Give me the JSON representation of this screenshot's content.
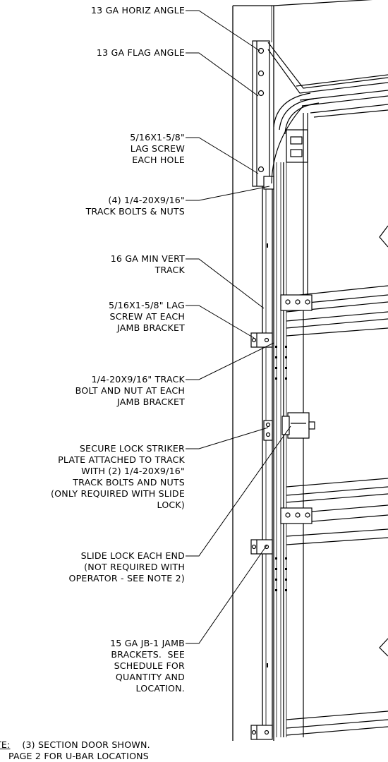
{
  "callouts": {
    "horiz_angle": "13 GA HORIZ ANGLE",
    "flag_angle": "13 GA FLAG ANGLE",
    "lag_screw_hole": "5/16x1-5/8\"\nLAG SCREW\nEACH HOLE",
    "track_bolts": "(4) 1/4-20x9/16\"\nTRACK BOLTS & NUTS",
    "vert_track": "16 GA MIN VERT\nTRACK",
    "lag_screw_jamb": "5/16x1-5/8\" LAG\nSCREW AT EACH\nJAMB BRACKET",
    "track_bolt_jamb": "1/4-20x9/16\" TRACK\nBOLT AND NUT AT EACH\nJAMB BRACKET",
    "lock_striker": "SECURE LOCK STRIKER\nPLATE ATTACHED TO TRACK\nWITH (2) 1/4-20x9/16\"\nTRACK BOLTS AND NUTS\n(ONLY REQUIRED WITH SLIDE\nLOCK)",
    "slide_lock": "SLIDE LOCK EACH END\n(NOT REQUIRED WITH\nOPERATOR - SEE NOTE 2)",
    "jamb_brackets": "15 GA JB-1 JAMB\nBRACKETS.  SEE\nSCHEDULE FOR\nQUANTITY AND\nLOCATION."
  },
  "note": {
    "label": "TE:",
    "line1": "(3) SECTION DOOR SHOWN.",
    "line2": "PAGE 2 FOR U-BAR LOCATIONS"
  },
  "colors": {
    "ink": "#000000",
    "paper": "#ffffff"
  }
}
